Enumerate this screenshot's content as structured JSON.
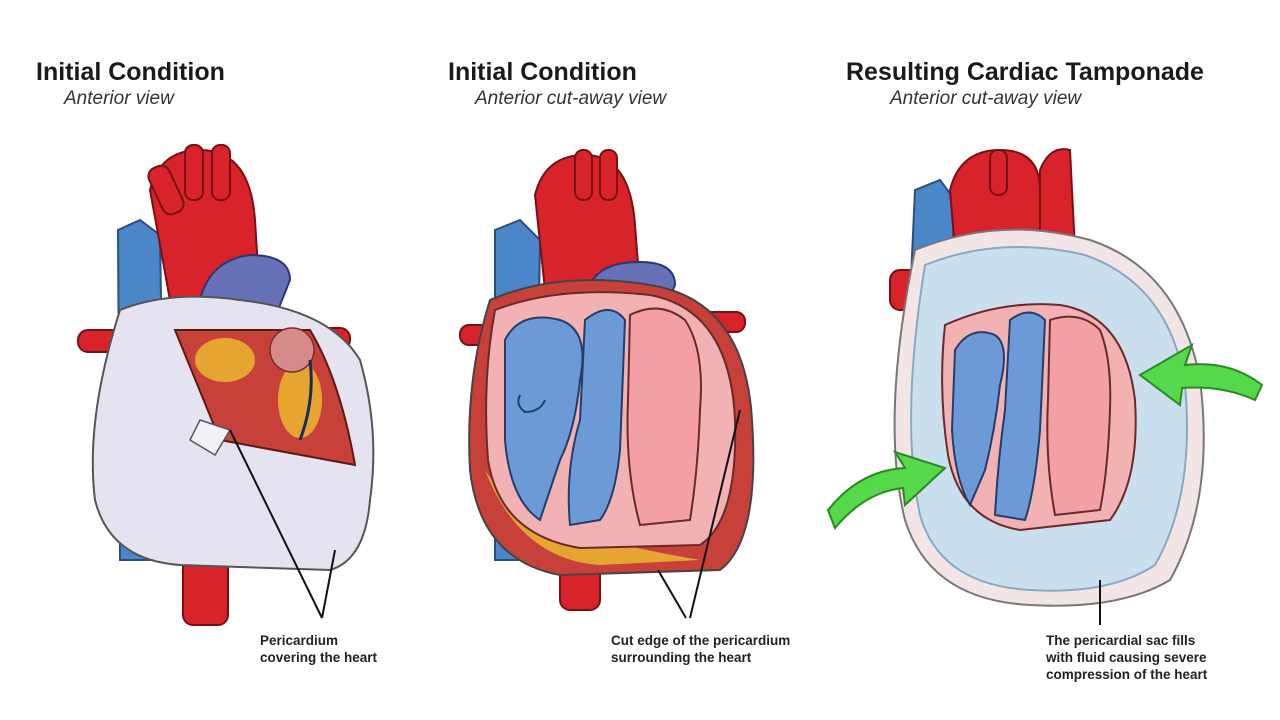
{
  "panels": [
    {
      "title": "Initial Condition",
      "subtitle": "Anterior view",
      "caption": [
        "Pericardium",
        "covering the heart"
      ]
    },
    {
      "title": "Initial Condition",
      "subtitle": "Anterior cut-away view",
      "caption": [
        "Cut edge of the pericardium",
        "surrounding the heart"
      ]
    },
    {
      "title": "Resulting Cardiac Tamponade",
      "subtitle": "Anterior cut-away view",
      "caption": [
        "The pericardial sac fills",
        "with fluid causing severe",
        "compression of the heart"
      ]
    }
  ],
  "colors": {
    "artery": "#d8232a",
    "vein": "#4a86c8",
    "pericardium": "#e6e3f0",
    "chamber_blue": "#6b9ad6",
    "chamber_pink": "#f2a0a4",
    "fat": "#e8b030",
    "fluid": "#c9dfee",
    "arrow": "#55d84a"
  }
}
